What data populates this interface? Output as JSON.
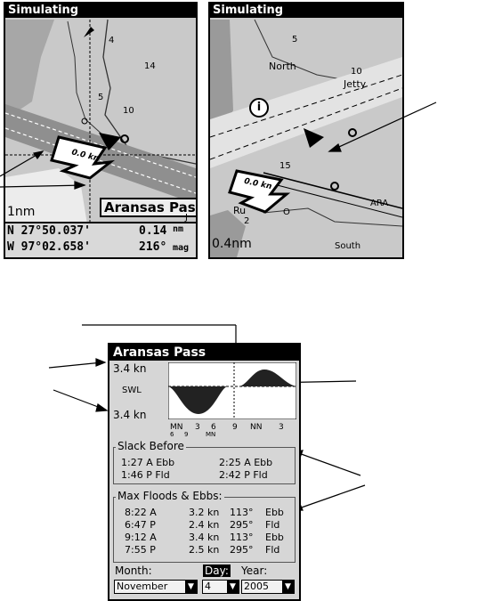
{
  "left_screen": {
    "title": "Simulating",
    "depths": [
      "4",
      "14",
      "5",
      "10"
    ],
    "speed": "0.0 kn",
    "scale": "1nm",
    "place_name": "Aransas Pass",
    "place_label_j": "J",
    "lat": "N  27°50.037'",
    "lon": "W  97°02.658'",
    "distance_value": "0.14",
    "distance_unit": "nm",
    "bearing_value": "216°",
    "bearing_unit": "mag"
  },
  "right_screen": {
    "title": "Simulating",
    "depths": [
      "5",
      "10",
      "15",
      "2"
    ],
    "labels": [
      "North",
      "Jetty",
      "ARA",
      "Ru",
      "South",
      "O"
    ],
    "info_icon": "i",
    "speed": "0.0 kn",
    "scale": "0.4nm"
  },
  "tide": {
    "title": "Aransas Pass",
    "top_label": "3.4 kn",
    "mid_label": "SWL",
    "bottom_label": "3.4 kn",
    "x_ticks": [
      "MN",
      "3",
      "6",
      "9",
      "NN",
      "3"
    ],
    "x_subticks": [
      "6",
      "9",
      "MN"
    ],
    "slack_title": "Slack Before",
    "slack": [
      [
        "1:27 A Ebb",
        "2:25 A Ebb"
      ],
      [
        "1:46 P Fld",
        "2:42 P Fld"
      ]
    ],
    "max_title": "Max Floods & Ebbs:",
    "max_rows": [
      [
        "8:22 A",
        "3.2 kn",
        "113°",
        "Ebb"
      ],
      [
        "6:47 P",
        "2.4 kn",
        "295°",
        "Fld"
      ],
      [
        "9:12 A",
        "3.4 kn",
        "113°",
        "Ebb"
      ],
      [
        "7:55 P",
        "2.5 kn",
        "295°",
        "Fld"
      ]
    ],
    "month_label": "Month:",
    "day_label": "Day:",
    "year_label": "Year:",
    "month_value": "November",
    "day_value": "4",
    "year_value": "2005"
  }
}
